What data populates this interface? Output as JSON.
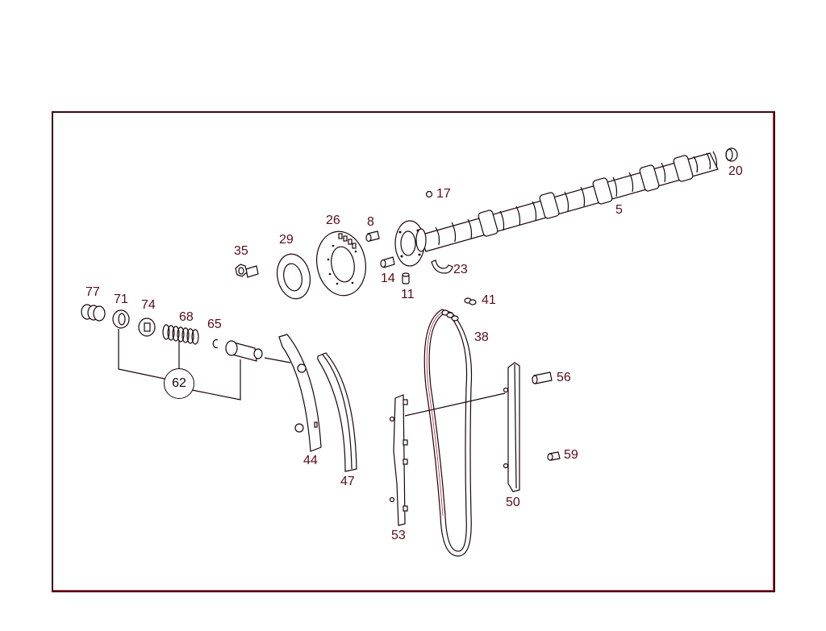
{
  "diagram": {
    "type": "exploded-parts-diagram",
    "subject": "camshaft and timing chain assembly",
    "colors": {
      "line": "#1a0508",
      "label": "#5a0b16",
      "frame": "#3a0a10",
      "fringe": "#d8264a",
      "background": "#ffffff"
    },
    "parts": [
      {
        "id": "5",
        "label": "5",
        "name": "camshaft"
      },
      {
        "id": "8",
        "label": "8",
        "name": "pin"
      },
      {
        "id": "11",
        "label": "11",
        "name": "sleeve"
      },
      {
        "id": "14",
        "label": "14",
        "name": "pin"
      },
      {
        "id": "17",
        "label": "17",
        "name": "ball"
      },
      {
        "id": "20",
        "label": "20",
        "name": "plug"
      },
      {
        "id": "23",
        "label": "23",
        "name": "bearing-shell"
      },
      {
        "id": "26",
        "label": "26",
        "name": "camshaft-sprocket"
      },
      {
        "id": "29",
        "label": "29",
        "name": "washer"
      },
      {
        "id": "35",
        "label": "35",
        "name": "bolt"
      },
      {
        "id": "38",
        "label": "38",
        "name": "timing-chain"
      },
      {
        "id": "41",
        "label": "41",
        "name": "chain-link"
      },
      {
        "id": "44",
        "label": "44",
        "name": "tensioner-rail"
      },
      {
        "id": "47",
        "label": "47",
        "name": "rail-lining"
      },
      {
        "id": "50",
        "label": "50",
        "name": "guide-rail"
      },
      {
        "id": "53",
        "label": "53",
        "name": "guide-rail"
      },
      {
        "id": "56",
        "label": "56",
        "name": "guide-pin"
      },
      {
        "id": "59",
        "label": "59",
        "name": "guide-pin"
      },
      {
        "id": "62",
        "label": "62",
        "name": "chain-tensioner-assembly"
      },
      {
        "id": "65",
        "label": "65",
        "name": "circlip"
      },
      {
        "id": "68",
        "label": "68",
        "name": "spring"
      },
      {
        "id": "71",
        "label": "71",
        "name": "seal-ring"
      },
      {
        "id": "74",
        "label": "74",
        "name": "screw-plug"
      },
      {
        "id": "77",
        "label": "77",
        "name": "tensioner-housing"
      }
    ],
    "assembly_group": {
      "label": "62",
      "members": [
        "71",
        "68",
        "tensioner-body"
      ]
    }
  }
}
